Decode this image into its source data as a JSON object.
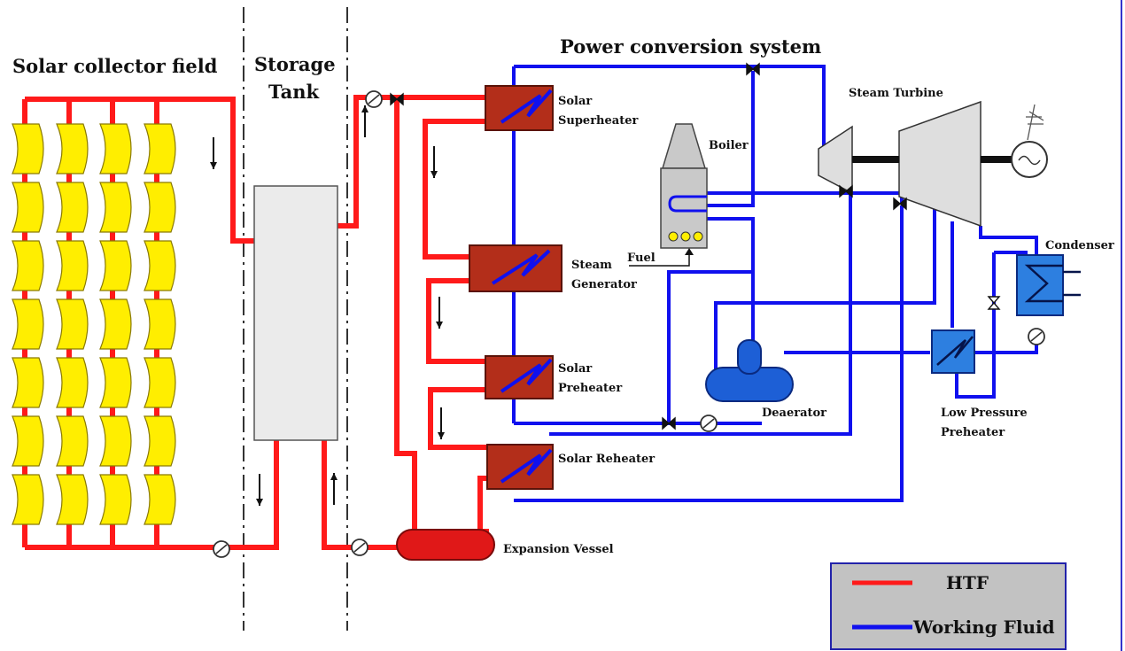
{
  "titles": {
    "collector_field": "Solar collector field",
    "storage_line1": "Storage",
    "storage_line2": "Tank",
    "power_conversion": "Power conversion system"
  },
  "components": {
    "superheater": [
      "Solar",
      "Superheater"
    ],
    "steam_generator": [
      "Steam",
      "Generator"
    ],
    "preheater": [
      "Solar",
      "Preheater"
    ],
    "reheater": "Solar Reheater",
    "boiler": "Boiler",
    "fuel": "Fuel",
    "steam_turbine": "Steam Turbine",
    "condenser": "Condenser",
    "deaerator": "Deaerator",
    "lp_preheater": [
      "Low Pressure",
      "Preheater"
    ],
    "expansion_vessel": "Expansion Vessel"
  },
  "legend": {
    "htf": "HTF",
    "working_fluid": "Working Fluid"
  },
  "colors": {
    "htf": "#ff1a1a",
    "working_fluid": "#1010ee",
    "collector": "#ffee00",
    "heat_exchanger": "#b32e1a",
    "deaerator": "#1d5fd6",
    "expansion_vessel": "#e01818",
    "tank": "#ebebeb",
    "boiler": "#c9c9c9",
    "turbine": "#dedede",
    "legend_bg": "#c2c2c2"
  },
  "icons": {
    "pump": "pump-icon",
    "valve": "valve-icon",
    "generator": "generator-icon",
    "coil": "heat-exchanger-coil-icon"
  }
}
